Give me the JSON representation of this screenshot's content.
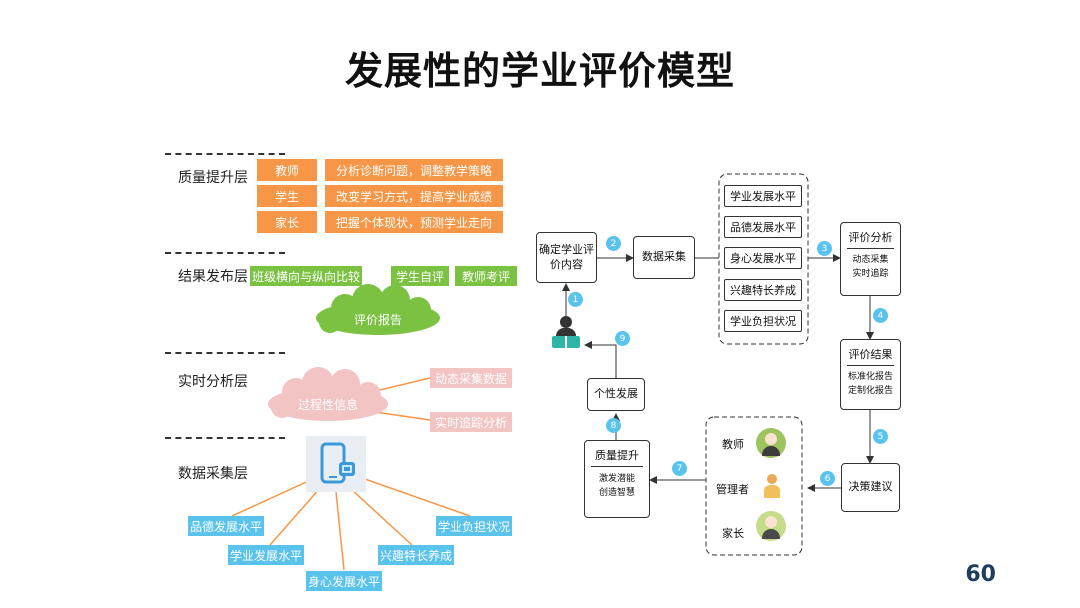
{
  "title": "发展性的学业评价模型",
  "page_number": "60",
  "layers": {
    "quality": "质量提升层",
    "result": "结果发布层",
    "realtime": "实时分析层",
    "collect": "数据采集层"
  },
  "quality_rows": [
    {
      "role": "教师",
      "action": "分析诊断问题，调整教学策略"
    },
    {
      "role": "学生",
      "action": "改变学习方式，提高学业成绩"
    },
    {
      "role": "家长",
      "action": "把握个体现状，预测学业走向"
    }
  ],
  "result": {
    "tags": [
      "班级横向与纵向比较",
      "学生自评",
      "教师考评"
    ],
    "cloud": "评价报告"
  },
  "realtime": {
    "cloud": "过程性信息",
    "tags": [
      "动态采集数据",
      "实时追踪分析"
    ]
  },
  "collect_tags": [
    "品德发展水平",
    "学业发展水平",
    "身心发展水平",
    "兴趣特长养成",
    "学业负担状况"
  ],
  "flow": {
    "confirm": "确定学业评价内容",
    "collect": "数据采集",
    "indicators": [
      "学业发展水平",
      "品德发展水平",
      "身心发展水平",
      "兴趣特长养成",
      "学业负担状况"
    ],
    "analysis_title": "评价分析",
    "analysis_lines": [
      "动态采集",
      "实时追踪"
    ],
    "result_title": "评价结果",
    "result_lines": [
      "标准化报告",
      "定制化报告"
    ],
    "decision": "决策建议",
    "stakeholders": [
      "教师",
      "管理者",
      "家长"
    ],
    "quality_title": "质量提升",
    "quality_lines": [
      "激发潜能",
      "创造智慧"
    ],
    "personal": "个性发展",
    "steps": [
      "1",
      "2",
      "3",
      "4",
      "5",
      "6",
      "7",
      "8",
      "9"
    ]
  },
  "colors": {
    "orange": "#f79646",
    "green": "#7cc242",
    "pink": "#f2c4c4",
    "blue": "#5ac3ec",
    "accent_dark": "#1f3d5c"
  }
}
